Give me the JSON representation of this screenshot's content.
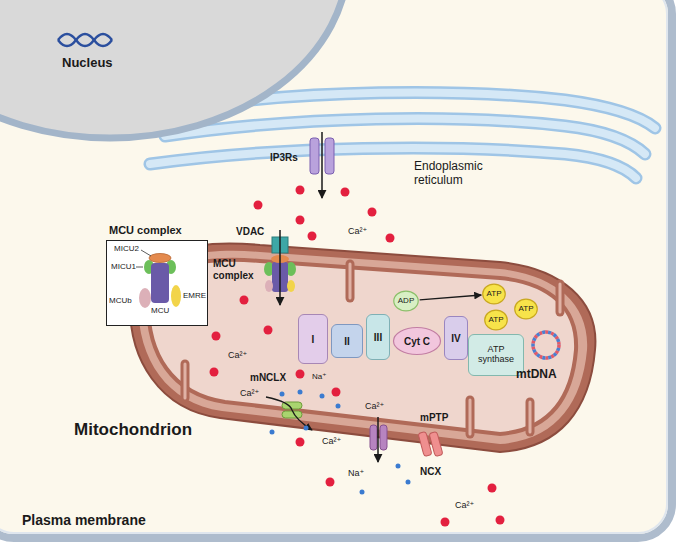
{
  "diagram": {
    "nodes": [
      {
        "text": [
          "MCU complex"
        ]
      },
      {
        "text": [
          "I"
        ]
      },
      {
        "text": [
          "II"
        ]
      },
      {
        "text": [
          "III"
        ]
      },
      {
        "text": [
          "Cyt C"
        ]
      },
      {
        "text": [
          "IV"
        ]
      },
      {
        "text": [
          "ATP synthase"
        ]
      },
      {
        "text": [
          "ADP"
        ]
      },
      {
        "text": [
          "ATP"
        ]
      },
      {
        "text": [
          "ATP"
        ]
      },
      {
        "text": [
          "ATP"
        ]
      }
    ],
    "edges": [
      {
        "from": 7,
        "to": 8,
        "arrow": "to"
      }
    ],
    "labels": [
      "Nucleus",
      "Endoplasmic reticulum",
      "IP3Rs",
      "Ca²⁺",
      "VDAC",
      "MCU complex",
      "MICU2",
      "MICU1",
      "MCUb",
      "MCU",
      "EMRE",
      "Ca²⁺",
      "mNCLX",
      "Na⁺",
      "Ca²⁺",
      "Ca²⁺",
      "mtDNA",
      "mPTP",
      "Ca²⁺",
      "Na⁺",
      "NCX",
      "Ca²⁺",
      "Mitochondrion",
      "Plasma membrane"
    ]
  }
}
